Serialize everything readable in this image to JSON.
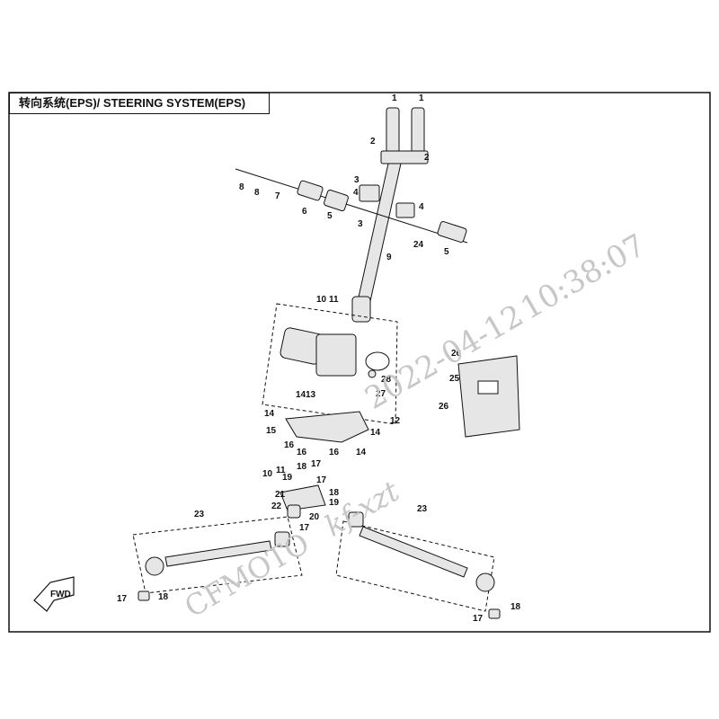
{
  "title": "转向系统(EPS)/ STEERING SYSTEM(EPS)",
  "watermark": {
    "brand": "CFMOTO",
    "user": "kf-xzt",
    "date": "2022-04-12",
    "time": "10:38:07"
  },
  "direction_badge": "FWD",
  "callouts": {
    "c1a": "1",
    "c1b": "1",
    "c2a": "2",
    "c2b": "2",
    "c3a": "3",
    "c3b": "3",
    "c4a": "4",
    "c4b": "4",
    "c5a": "5",
    "c5b": "5",
    "c6": "6",
    "c7": "7",
    "c8a": "8",
    "c8b": "8",
    "c9": "9",
    "c10a": "10",
    "c10b": "10",
    "c11a": "11",
    "c11b": "11",
    "c12": "12",
    "c13": "13",
    "c14a": "14",
    "c14b": "14",
    "c14c": "14",
    "c14d": "14",
    "c15": "15",
    "c16a": "16",
    "c16b": "16",
    "c16c": "16",
    "c17a": "17",
    "c17b": "17",
    "c17c": "17",
    "c17d": "17",
    "c17e": "17",
    "c18a": "18",
    "c18b": "18",
    "c18c": "18",
    "c18d": "18",
    "c19a": "19",
    "c19b": "19",
    "c20": "20",
    "c21": "21",
    "c22": "22",
    "c23a": "23",
    "c23b": "23",
    "c24": "24",
    "c25": "25",
    "c26a": "26",
    "c26b": "26",
    "c27": "27",
    "c28": "28"
  },
  "colors": {
    "line": "#111111",
    "part_fill": "#e6e6e6",
    "watermark": "#c7c7c7"
  }
}
